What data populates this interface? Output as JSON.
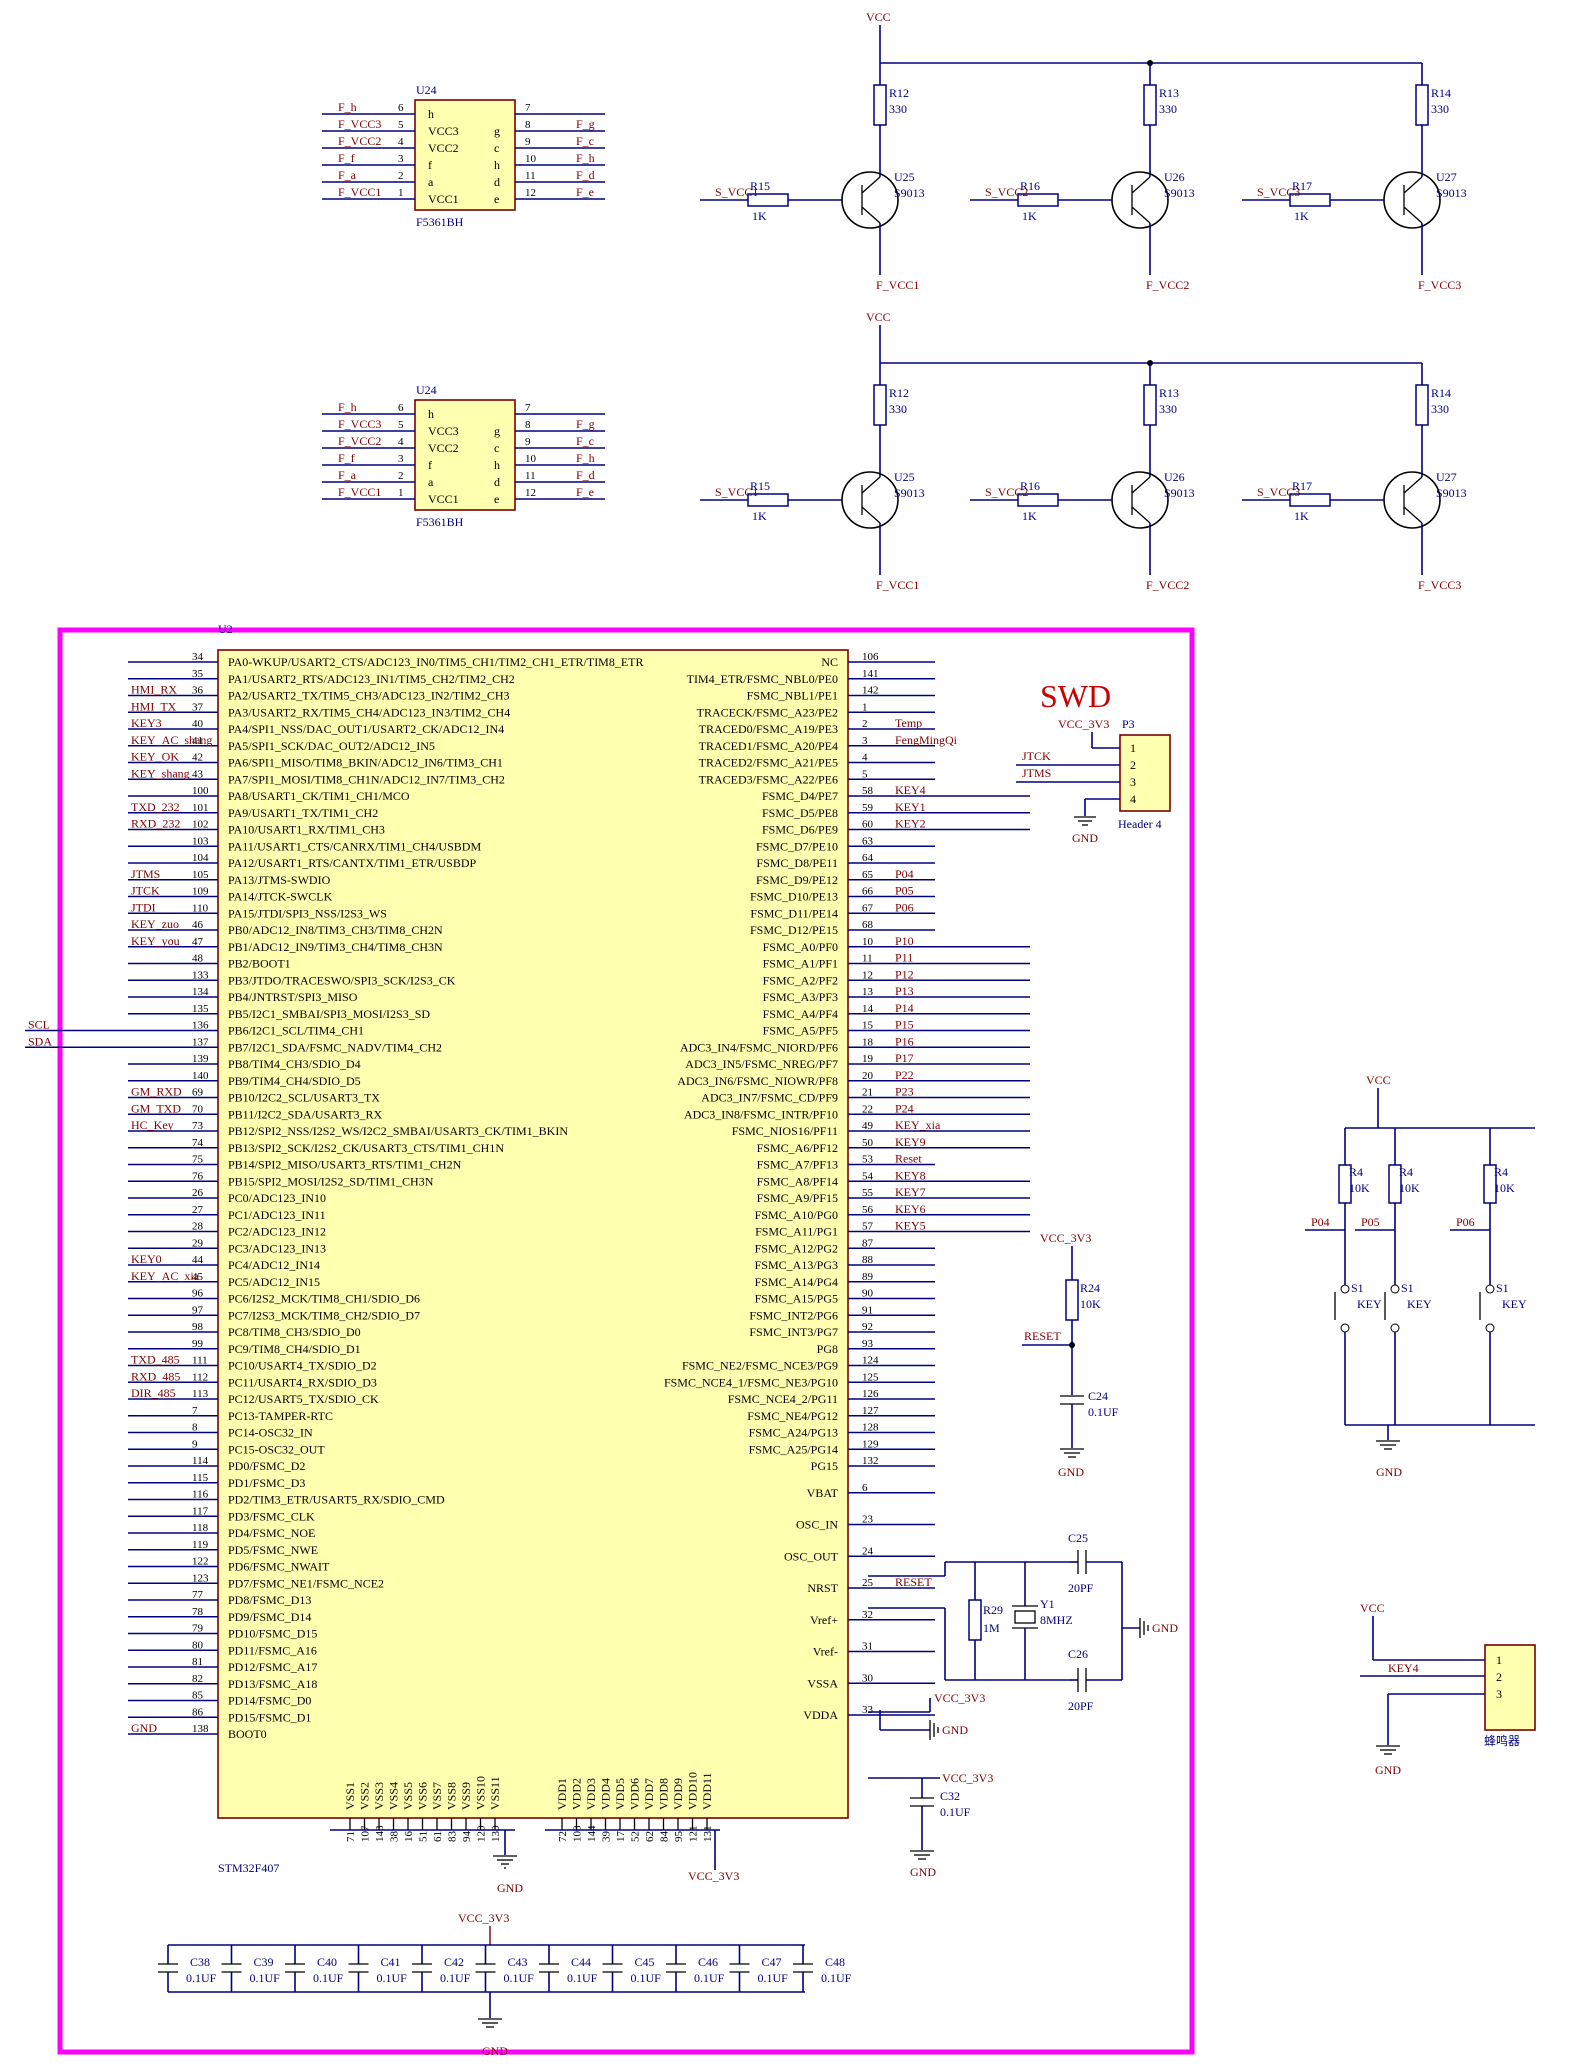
{
  "colors": {
    "wire": "#00007f",
    "net_label": "#7f0000",
    "chip_fill": "#ffffb0",
    "frame": "#ff00ff",
    "text": "#000000"
  },
  "seg_display": {
    "designator": "U24",
    "part": "F5361BH",
    "left_pins": [
      {
        "net": "F_h",
        "num": "6",
        "name": "h"
      },
      {
        "net": "F_VCC3",
        "num": "5",
        "name": "VCC3"
      },
      {
        "net": "F_VCC2",
        "num": "4",
        "name": "VCC2"
      },
      {
        "net": "F_f",
        "num": "3",
        "name": "f"
      },
      {
        "net": "F_a",
        "num": "2",
        "name": "a"
      },
      {
        "net": "F_VCC1",
        "num": "1",
        "name": "VCC1"
      }
    ],
    "right_pins": [
      {
        "net": "",
        "num": "7",
        "name": ""
      },
      {
        "net": "F_g",
        "num": "8",
        "name": "g"
      },
      {
        "net": "F_c",
        "num": "9",
        "name": "c"
      },
      {
        "net": "F_h",
        "num": "10",
        "name": "h"
      },
      {
        "net": "F_d",
        "num": "11",
        "name": "d"
      },
      {
        "net": "F_e",
        "num": "12",
        "name": "e"
      }
    ]
  },
  "transistors": [
    {
      "q": "U25",
      "r_top": "R12",
      "r_top_val": "330",
      "r_base": "R15",
      "r_base_val": "1K",
      "in": "S_VCC1",
      "out": "F_VCC1",
      "part": "S9013"
    },
    {
      "q": "U26",
      "r_top": "R13",
      "r_top_val": "330",
      "r_base": "R16",
      "r_base_val": "1K",
      "in": "S_VCC2",
      "out": "F_VCC2",
      "part": "S9013"
    },
    {
      "q": "U27",
      "r_top": "R14",
      "r_top_val": "330",
      "r_base": "R17",
      "r_base_val": "1K",
      "in": "S_VCC3",
      "out": "F_VCC3",
      "part": "S9013"
    }
  ],
  "labels": {
    "vcc": "VCC",
    "gnd": "GND",
    "vcc_3v3": "VCC_3V3",
    "swd": "SWD",
    "u2": "U2",
    "mcu": "STM32F407",
    "header": "Header 4",
    "p3": "P3",
    "reset": "RESET",
    "r24": "R24",
    "r24_val": "10K",
    "c24": "C24",
    "c24_val": "0.1UF",
    "key": "KEY",
    "r4": "R4",
    "r4_val": "10K",
    "s1": "S1",
    "p04": "P04",
    "p05": "P05",
    "p06": "P06",
    "c25": "C25",
    "c26": "C26",
    "c_20pf": "20PF",
    "r29": "R29",
    "r29_val": "1M",
    "y1": "Y1",
    "y1_val": "8MHZ",
    "c32": "C32",
    "c32_val": "0.1UF",
    "buzzer": "蜂鸣器",
    "key4": "KEY4",
    "jtck": "JTCK",
    "jtms": "JTMS"
  },
  "mcu_left": [
    {
      "net": "",
      "num": "34",
      "name": "PA0-WKUP/USART2_CTS/ADC123_IN0/TIM5_CH1/TIM2_CH1_ETR/TIM8_ETR"
    },
    {
      "net": "",
      "num": "35",
      "name": "PA1/USART2_RTS/ADC123_IN1/TIM5_CH2/TIM2_CH2"
    },
    {
      "net": "HMI_RX",
      "num": "36",
      "name": "PA2/USART2_TX/TIM5_CH3/ADC123_IN2/TIM2_CH3"
    },
    {
      "net": "HMI_TX",
      "num": "37",
      "name": "PA3/USART2_RX/TIM5_CH4/ADC123_IN3/TIM2_CH4"
    },
    {
      "net": "KEY3",
      "num": "40",
      "name": "PA4/SPI1_NSS/DAC_OUT1/USART2_CK/ADC12_IN4"
    },
    {
      "net": "KEY_AC_shang",
      "num": "41",
      "name": "PA5/SPI1_SCK/DAC_OUT2/ADC12_IN5"
    },
    {
      "net": "KEY_OK",
      "num": "42",
      "name": "PA6/SPI1_MISO/TIM8_BKIN/ADC12_IN6/TIM3_CH1"
    },
    {
      "net": "KEY_shang",
      "num": "43",
      "name": "PA7/SPI1_MOSI/TIM8_CH1N/ADC12_IN7/TIM3_CH2"
    },
    {
      "net": "",
      "num": "100",
      "name": "PA8/USART1_CK/TIM1_CH1/MCO"
    },
    {
      "net": "TXD_232",
      "num": "101",
      "name": "PA9/USART1_TX/TIM1_CH2"
    },
    {
      "net": "RXD_232",
      "num": "102",
      "name": "PA10/USART1_RX/TIM1_CH3"
    },
    {
      "net": "",
      "num": "103",
      "name": "PA11/USART1_CTS/CANRX/TIM1_CH4/USBDM"
    },
    {
      "net": "",
      "num": "104",
      "name": "PA12/USART1_RTS/CANTX/TIM1_ETR/USBDP"
    },
    {
      "net": "JTMS",
      "num": "105",
      "name": "PA13/JTMS-SWDIO"
    },
    {
      "net": "JTCK",
      "num": "109",
      "name": "PA14/JTCK-SWCLK"
    },
    {
      "net": "JTDI",
      "num": "110",
      "name": "PA15/JTDI/SPI3_NSS/I2S3_WS"
    },
    {
      "net": "KEY_zuo",
      "num": "46",
      "name": "PB0/ADC12_IN8/TIM3_CH3/TIM8_CH2N"
    },
    {
      "net": "KEY_you",
      "num": "47",
      "name": "PB1/ADC12_IN9/TIM3_CH4/TIM8_CH3N"
    },
    {
      "net": "",
      "num": "48",
      "name": "PB2/BOOT1"
    },
    {
      "net": "",
      "num": "133",
      "name": "PB3/JTDO/TRACESWO/SPI3_SCK/I2S3_CK"
    },
    {
      "net": "",
      "num": "134",
      "name": "PB4/JNTRST/SPI3_MISO"
    },
    {
      "net": "",
      "num": "135",
      "name": "PB5/I2C1_SMBAI/SPI3_MOSI/I2S3_SD"
    },
    {
      "net": "SCL",
      "num": "136",
      "name": "PB6/I2C1_SCL/TIM4_CH1"
    },
    {
      "net": "SDA",
      "num": "137",
      "name": "PB7/I2C1_SDA/FSMC_NADV/TIM4_CH2"
    },
    {
      "net": "",
      "num": "139",
      "name": "PB8/TIM4_CH3/SDIO_D4"
    },
    {
      "net": "",
      "num": "140",
      "name": "PB9/TIM4_CH4/SDIO_D5"
    },
    {
      "net": "GM_RXD",
      "num": "69",
      "name": "PB10/I2C2_SCL/USART3_TX"
    },
    {
      "net": "GM_TXD",
      "num": "70",
      "name": "PB11/I2C2_SDA/USART3_RX"
    },
    {
      "net": "HC_Key",
      "num": "73",
      "name": "PB12/SPI2_NSS/I2S2_WS/I2C2_SMBAI/USART3_CK/TIM1_BKIN"
    },
    {
      "net": "",
      "num": "74",
      "name": "PB13/SPI2_SCK/I2S2_CK/USART3_CTS/TIM1_CH1N"
    },
    {
      "net": "",
      "num": "75",
      "name": "PB14/SPI2_MISO/USART3_RTS/TIM1_CH2N"
    },
    {
      "net": "",
      "num": "76",
      "name": "PB15/SPI2_MOSI/I2S2_SD/TIM1_CH3N"
    },
    {
      "net": "",
      "num": "26",
      "name": "PC0/ADC123_IN10"
    },
    {
      "net": "",
      "num": "27",
      "name": "PC1/ADC123_IN11"
    },
    {
      "net": "",
      "num": "28",
      "name": "PC2/ADC123_IN12"
    },
    {
      "net": "",
      "num": "29",
      "name": "PC3/ADC123_IN13"
    },
    {
      "net": "KEY0",
      "num": "44",
      "name": "PC4/ADC12_IN14"
    },
    {
      "net": "KEY_AC_xia",
      "num": "45",
      "name": "PC5/ADC12_IN15"
    },
    {
      "net": "",
      "num": "96",
      "name": "PC6/I2S2_MCK/TIM8_CH1/SDIO_D6"
    },
    {
      "net": "",
      "num": "97",
      "name": "PC7/I2S3_MCK/TIM8_CH2/SDIO_D7"
    },
    {
      "net": "",
      "num": "98",
      "name": "PC8/TIM8_CH3/SDIO_D0"
    },
    {
      "net": "",
      "num": "99",
      "name": "PC9/TIM8_CH4/SDIO_D1"
    },
    {
      "net": "TXD_485",
      "num": "111",
      "name": "PC10/USART4_TX/SDIO_D2"
    },
    {
      "net": "RXD_485",
      "num": "112",
      "name": "PC11/USART4_RX/SDIO_D3"
    },
    {
      "net": "DIR_485",
      "num": "113",
      "name": "PC12/USART5_TX/SDIO_CK"
    },
    {
      "net": "",
      "num": "7",
      "name": "PC13-TAMPER-RTC"
    },
    {
      "net": "",
      "num": "8",
      "name": "PC14-OSC32_IN"
    },
    {
      "net": "",
      "num": "9",
      "name": "PC15-OSC32_OUT"
    },
    {
      "net": "",
      "num": "114",
      "name": "PD0/FSMC_D2"
    },
    {
      "net": "",
      "num": "115",
      "name": "PD1/FSMC_D3"
    },
    {
      "net": "",
      "num": "116",
      "name": "PD2/TIM3_ETR/USART5_RX/SDIO_CMD"
    },
    {
      "net": "",
      "num": "117",
      "name": "PD3/FSMC_CLK"
    },
    {
      "net": "",
      "num": "118",
      "name": "PD4/FSMC_NOE"
    },
    {
      "net": "",
      "num": "119",
      "name": "PD5/FSMC_NWE"
    },
    {
      "net": "",
      "num": "122",
      "name": "PD6/FSMC_NWAIT"
    },
    {
      "net": "",
      "num": "123",
      "name": "PD7/FSMC_NE1/FSMC_NCE2"
    },
    {
      "net": "",
      "num": "77",
      "name": "PD8/FSMC_D13"
    },
    {
      "net": "",
      "num": "78",
      "name": "PD9/FSMC_D14"
    },
    {
      "net": "",
      "num": "79",
      "name": "PD10/FSMC_D15"
    },
    {
      "net": "",
      "num": "80",
      "name": "PD11/FSMC_A16"
    },
    {
      "net": "",
      "num": "81",
      "name": "PD12/FSMC_A17"
    },
    {
      "net": "",
      "num": "82",
      "name": "PD13/FSMC_A18"
    },
    {
      "net": "",
      "num": "85",
      "name": "PD14/FSMC_D0"
    },
    {
      "net": "",
      "num": "86",
      "name": "PD15/FSMC_D1"
    },
    {
      "net": "GND",
      "num": "138",
      "name": "BOOT0"
    }
  ],
  "mcu_right": [
    {
      "net": "",
      "num": "106",
      "name": "NC"
    },
    {
      "net": "",
      "num": "141",
      "name": "TIM4_ETR/FSMC_NBL0/PE0"
    },
    {
      "net": "",
      "num": "142",
      "name": "FSMC_NBL1/PE1"
    },
    {
      "net": "",
      "num": "1",
      "name": "TRACECK/FSMC_A23/PE2"
    },
    {
      "net": "Temp",
      "num": "2",
      "name": "TRACED0/FSMC_A19/PE3"
    },
    {
      "net": "FengMingQi",
      "num": "3",
      "name": "TRACED1/FSMC_A20/PE4"
    },
    {
      "net": "",
      "num": "4",
      "name": "TRACED2/FSMC_A21/PE5"
    },
    {
      "net": "",
      "num": "5",
      "name": "TRACED3/FSMC_A22/PE6"
    },
    {
      "net": "KEY4",
      "num": "58",
      "name": "FSMC_D4/PE7"
    },
    {
      "net": "KEY1",
      "num": "59",
      "name": "FSMC_D5/PE8"
    },
    {
      "net": "KEY2",
      "num": "60",
      "name": "FSMC_D6/PE9"
    },
    {
      "net": "",
      "num": "63",
      "name": "FSMC_D7/PE10"
    },
    {
      "net": "",
      "num": "64",
      "name": "FSMC_D8/PE11"
    },
    {
      "net": "P04",
      "num": "65",
      "name": "FSMC_D9/PE12"
    },
    {
      "net": "P05",
      "num": "66",
      "name": "FSMC_D10/PE13"
    },
    {
      "net": "P06",
      "num": "67",
      "name": "FSMC_D11/PE14"
    },
    {
      "net": "",
      "num": "68",
      "name": "FSMC_D12/PE15"
    },
    {
      "net": "P10",
      "num": "10",
      "name": "FSMC_A0/PF0"
    },
    {
      "net": "P11",
      "num": "11",
      "name": "FSMC_A1/PF1"
    },
    {
      "net": "P12",
      "num": "12",
      "name": "FSMC_A2/PF2"
    },
    {
      "net": "P13",
      "num": "13",
      "name": "FSMC_A3/PF3"
    },
    {
      "net": "P14",
      "num": "14",
      "name": "FSMC_A4/PF4"
    },
    {
      "net": "P15",
      "num": "15",
      "name": "FSMC_A5/PF5"
    },
    {
      "net": "P16",
      "num": "18",
      "name": "ADC3_IN4/FSMC_NIORD/PF6"
    },
    {
      "net": "P17",
      "num": "19",
      "name": "ADC3_IN5/FSMC_NREG/PF7"
    },
    {
      "net": "P22",
      "num": "20",
      "name": "ADC3_IN6/FSMC_NIOWR/PF8"
    },
    {
      "net": "P23",
      "num": "21",
      "name": "ADC3_IN7/FSMC_CD/PF9"
    },
    {
      "net": "P24",
      "num": "22",
      "name": "ADC3_IN8/FSMC_INTR/PF10"
    },
    {
      "net": "KEY_xia",
      "num": "49",
      "name": "FSMC_NIOS16/PF11"
    },
    {
      "net": "KEY9",
      "num": "50",
      "name": "FSMC_A6/PF12"
    },
    {
      "net": "Reset",
      "num": "53",
      "name": "FSMC_A7/PF13"
    },
    {
      "net": "KEY8",
      "num": "54",
      "name": "FSMC_A8/PF14"
    },
    {
      "net": "KEY7",
      "num": "55",
      "name": "FSMC_A9/PF15"
    },
    {
      "net": "KEY6",
      "num": "56",
      "name": "FSMC_A10/PG0"
    },
    {
      "net": "KEY5",
      "num": "57",
      "name": "FSMC_A11/PG1"
    },
    {
      "net": "",
      "num": "87",
      "name": "FSMC_A12/PG2"
    },
    {
      "net": "",
      "num": "88",
      "name": "FSMC_A13/PG3"
    },
    {
      "net": "",
      "num": "89",
      "name": "FSMC_A14/PG4"
    },
    {
      "net": "",
      "num": "90",
      "name": "FSMC_A15/PG5"
    },
    {
      "net": "",
      "num": "91",
      "name": "FSMC_INT2/PG6"
    },
    {
      "net": "",
      "num": "92",
      "name": "FSMC_INT3/PG7"
    },
    {
      "net": "",
      "num": "93",
      "name": "PG8"
    },
    {
      "net": "",
      "num": "124",
      "name": "FSMC_NE2/FSMC_NCE3/PG9"
    },
    {
      "net": "",
      "num": "125",
      "name": "FSMC_NCE4_1/FSMC_NE3/PG10"
    },
    {
      "net": "",
      "num": "126",
      "name": "FSMC_NCE4_2/PG11"
    },
    {
      "net": "",
      "num": "127",
      "name": "FSMC_NE4/PG12"
    },
    {
      "net": "",
      "num": "128",
      "name": "FSMC_A24/PG13"
    },
    {
      "net": "",
      "num": "129",
      "name": "FSMC_A25/PG14"
    },
    {
      "net": "",
      "num": "132",
      "name": "PG15"
    },
    {
      "net": "",
      "num": "6",
      "name": "VBAT"
    },
    {
      "net": "",
      "num": "23",
      "name": "OSC_IN"
    },
    {
      "net": "",
      "num": "24",
      "name": "OSC_OUT"
    },
    {
      "net": "RESET",
      "num": "25",
      "name": "NRST"
    },
    {
      "net": "VCC_3V3",
      "num": "32",
      "name": "Vref+"
    },
    {
      "net": "GND",
      "num": "31",
      "name": "Vref-"
    },
    {
      "net": "",
      "num": "30",
      "name": "VSSA"
    },
    {
      "net": "VCC_3V3",
      "num": "33",
      "name": "VDDA"
    }
  ],
  "vss_pins": [
    {
      "num": "71",
      "name": "VSS1"
    },
    {
      "num": "107",
      "name": "VSS2"
    },
    {
      "num": "143",
      "name": "VSS3"
    },
    {
      "num": "38",
      "name": "VSS4"
    },
    {
      "num": "16",
      "name": "VSS5"
    },
    {
      "num": "51",
      "name": "VSS6"
    },
    {
      "num": "61",
      "name": "VSS7"
    },
    {
      "num": "83",
      "name": "VSS8"
    },
    {
      "num": "94",
      "name": "VSS9"
    },
    {
      "num": "120",
      "name": "VSS10"
    },
    {
      "num": "130",
      "name": "VSS11"
    }
  ],
  "vdd_pins": [
    {
      "num": "72",
      "name": "VDD1"
    },
    {
      "num": "108",
      "name": "VDD2"
    },
    {
      "num": "144",
      "name": "VDD3"
    },
    {
      "num": "39",
      "name": "VDD4"
    },
    {
      "num": "17",
      "name": "VDD5"
    },
    {
      "num": "52",
      "name": "VDD6"
    },
    {
      "num": "62",
      "name": "VDD7"
    },
    {
      "num": "84",
      "name": "VDD8"
    },
    {
      "num": "95",
      "name": "VDD9"
    },
    {
      "num": "121",
      "name": "VDD10"
    },
    {
      "num": "131",
      "name": "VDD11"
    }
  ],
  "caps": [
    {
      "ref": "C38",
      "val": "0.1UF"
    },
    {
      "ref": "C39",
      "val": "0.1UF"
    },
    {
      "ref": "C40",
      "val": "0.1UF"
    },
    {
      "ref": "C41",
      "val": "0.1UF"
    },
    {
      "ref": "C42",
      "val": "0.1UF"
    },
    {
      "ref": "C43",
      "val": "0.1UF"
    },
    {
      "ref": "C44",
      "val": "0.1UF"
    },
    {
      "ref": "C45",
      "val": "0.1UF"
    },
    {
      "ref": "C46",
      "val": "0.1UF"
    },
    {
      "ref": "C47",
      "val": "0.1UF"
    },
    {
      "ref": "C48",
      "val": "0.1UF"
    }
  ]
}
